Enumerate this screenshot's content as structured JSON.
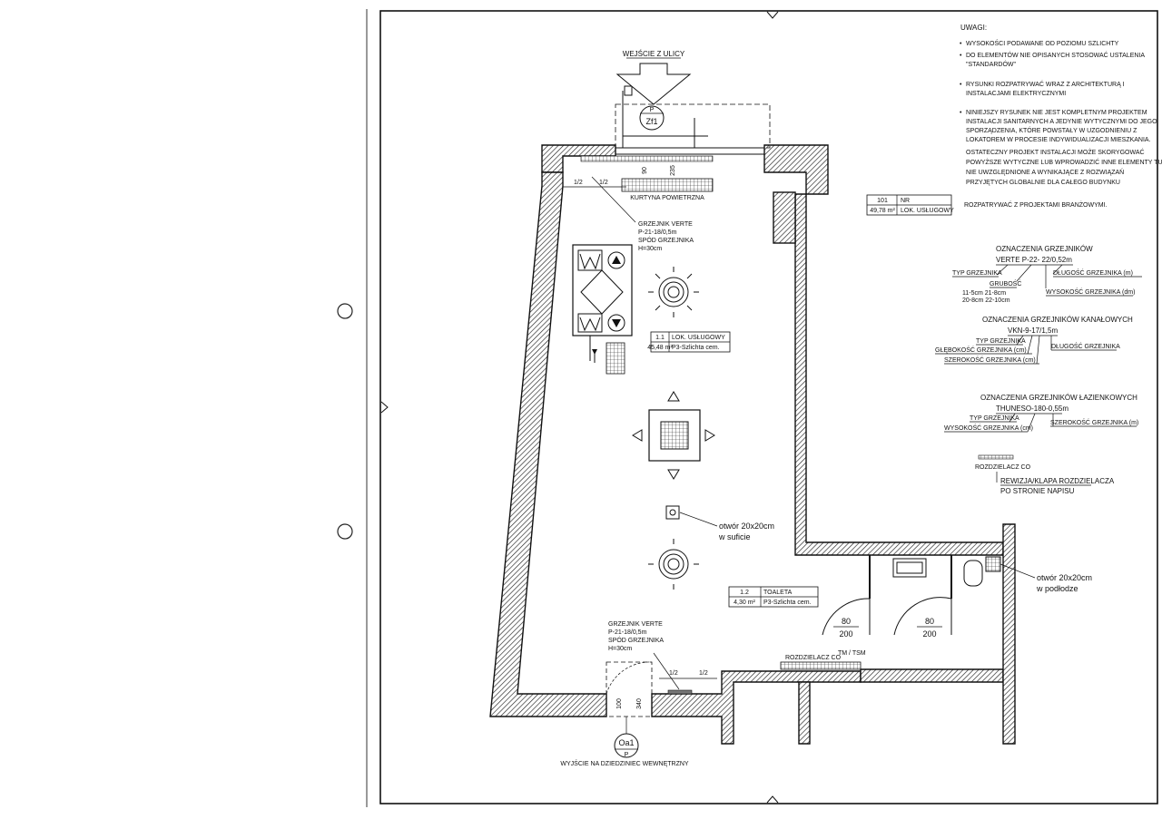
{
  "notes": {
    "heading": "UWAGI:",
    "items": [
      "WYSOKOŚCI PODAWANE OD POZIOMU SZLICHTY",
      "DO ELEMENTÓW NIE OPISANYCH STOSOWAĆ USTALENIA \"STANDARDÓW\"",
      "RYSUNKI ROZPATRYWAĆ WRAZ Z ARCHITEKTURĄ I INSTALACJAMI ELEKTRYCZNYMI",
      "NINIEJSZY RYSUNEK NIE JEST KOMPLETNYM PROJEKTEM INSTALACJI SANITARNYCH A JEDYNIE WYTYCZNYMI DO JEGO SPORZĄDZENIA, KTÓRE POWSTAŁY W UZGODNIENIU Z LOKATOREM W PROCESIE INDYWIDUALIZACJI MIESZKANIA. OSTATECZNY PROJEKT INSTALACJI MOŻE SKORYGOWAĆ POWYŻSZE WYTYCZNE LUB WPROWADZIĆ INNE ELEMENTY TU NIE UWZGLĘDNIONE A WYNIKAJĄCE Z ROZWIĄZAŃ PRZYJĘTYCH GLOBALNIE DLA CAŁEGO BUDYNKU"
    ],
    "note_lines": [
      [
        "WYSOKOŚCI PODAWANE OD POZIOMU SZLICHTY"
      ],
      [
        "DO ELEMENTÓW NIE OPISANYCH STOSOWAĆ USTALENIA",
        "\"STANDARDÓW\""
      ],
      [
        "RYSUNKI ROZPATRYWAĆ WRAZ Z ARCHITEKTURĄ I",
        "INSTALACJAMI ELEKTRYCZNYMI"
      ],
      [
        "NINIEJSZY RYSUNEK NIE JEST KOMPLETNYM PROJEKTEM",
        "INSTALACJI SANITARNYCH A JEDYNIE WYTYCZNYMI DO JEGO",
        "SPORZĄDZENIA, KTÓRE POWSTAŁY W UZGODNIENIU Z",
        "LOKATOREM W PROCESIE INDYWIDUALIZACJI MIESZKANIA.",
        "OSTATECZNY PROJEKT INSTALACJI MOŻE SKORYGOWAĆ",
        "POWYŻSZE WYTYCZNE LUB WPROWADZIĆ INNE ELEMENTY TU",
        "NIE UWZGLĘDNIONE A WYNIKAJĄCE Z ROZWIĄZAŃ",
        "PRZYJĘTYCH  GLOBALNIE DLA CAŁEGO BUDYNKU"
      ]
    ],
    "footer": "ROZPATRYWAĆ Z PROJEKTAMI BRANŻOWYMI."
  },
  "unit_table": {
    "number": "101",
    "nr_label": "NR",
    "area": "49,78 m²",
    "name": "LOK. USŁUGOWY"
  },
  "rooms": [
    {
      "number": "1.1",
      "name": "LOK. USŁUGOWY",
      "area": "45,48 m²",
      "finish": "P3-Szlichta cem."
    },
    {
      "number": "1.2",
      "name": "TOALETA",
      "area": "4,30 m²",
      "finish": "P3-Szlichta cem."
    }
  ],
  "legend_radiators": {
    "title": "OZNACZENIA GRZEJNIKÓW",
    "code": "VERTE P-22- 22/0,52m",
    "type": "TYP GRZEJNIKA",
    "length": "DŁUGOŚĆ GRZEJNIKA (m)",
    "thickness_label": "GRUBOŚĆ",
    "thickness_1": "11-5cm    21-8cm",
    "thickness_2": "20-8cm    22-10cm",
    "height": "WYSOKOŚĆ GRZEJNIKA (dm)"
  },
  "legend_channel": {
    "title": "OZNACZENIA GRZEJNIKÓW KANAŁOWYCH",
    "code": "VKN-9-17/1,5m",
    "type": "TYP GRZEJNIKA",
    "depth": "GŁĘBOKOŚĆ GRZEJNIKA (cm)",
    "width": "SZEROKOŚĆ GRZEJNIKA (cm)",
    "length": "DŁUGOŚĆ GRZEJNIKA"
  },
  "legend_bathroom": {
    "title": "OZNACZENIA GRZEJNIKÓW ŁAZIENKOWYCH",
    "code": "THUNESO-180-0,55m",
    "type": "TYP GRZEJNIKA",
    "height": "WYSOKOŚĆ GRZEJNIKA (cm)",
    "width": "SZEROKOŚĆ GRZEJNIKA (m)"
  },
  "legend_manifold": {
    "small_label": "ROZDZIELACZ CO",
    "line1": "REWIZJA/KLAPA ROZDZIELACZA",
    "line2": "PO STRONIE NAPISU"
  },
  "plan_labels": {
    "street_entry": "WEJŚCIE Z ULICY",
    "street_symbol_top": "P",
    "street_symbol_id": "Zf1",
    "curtain": "KURTYNA POWIETRZNA",
    "dim_90": "90",
    "dim_235": "235",
    "half_a": "1/2",
    "half_b": "1/2",
    "half_c": "1/2",
    "half_d": "1/2",
    "radiator_top": [
      "GRZEJNIK VERTE",
      "P-21-18/0,5m",
      "SPÓD GRZEJNIKA",
      "H=30cm"
    ],
    "radiator_bottom": [
      "GRZEJNIK VERTE",
      "P-21-18/0,5m",
      "SPÓD GRZEJNIKA",
      "H=30cm"
    ],
    "opening_ceiling": [
      "otwór 20x20cm",
      "w suficie"
    ],
    "opening_floor": [
      "otwór 20x20cm",
      "w podłodze"
    ],
    "door_1": [
      "80",
      "200"
    ],
    "door_2": [
      "80",
      "200"
    ],
    "manifold_label": "ROZDZIELACZ CO",
    "manifold_tag": "TM / TSM",
    "dim_bottom_a": "100",
    "dim_bottom_b": "340",
    "yard_symbol_id": "Oa1",
    "yard_symbol_bottom": "P",
    "yard_entry": "WYJŚCIE NA DZIEDZINIEC WEWNĘTRZNY"
  }
}
